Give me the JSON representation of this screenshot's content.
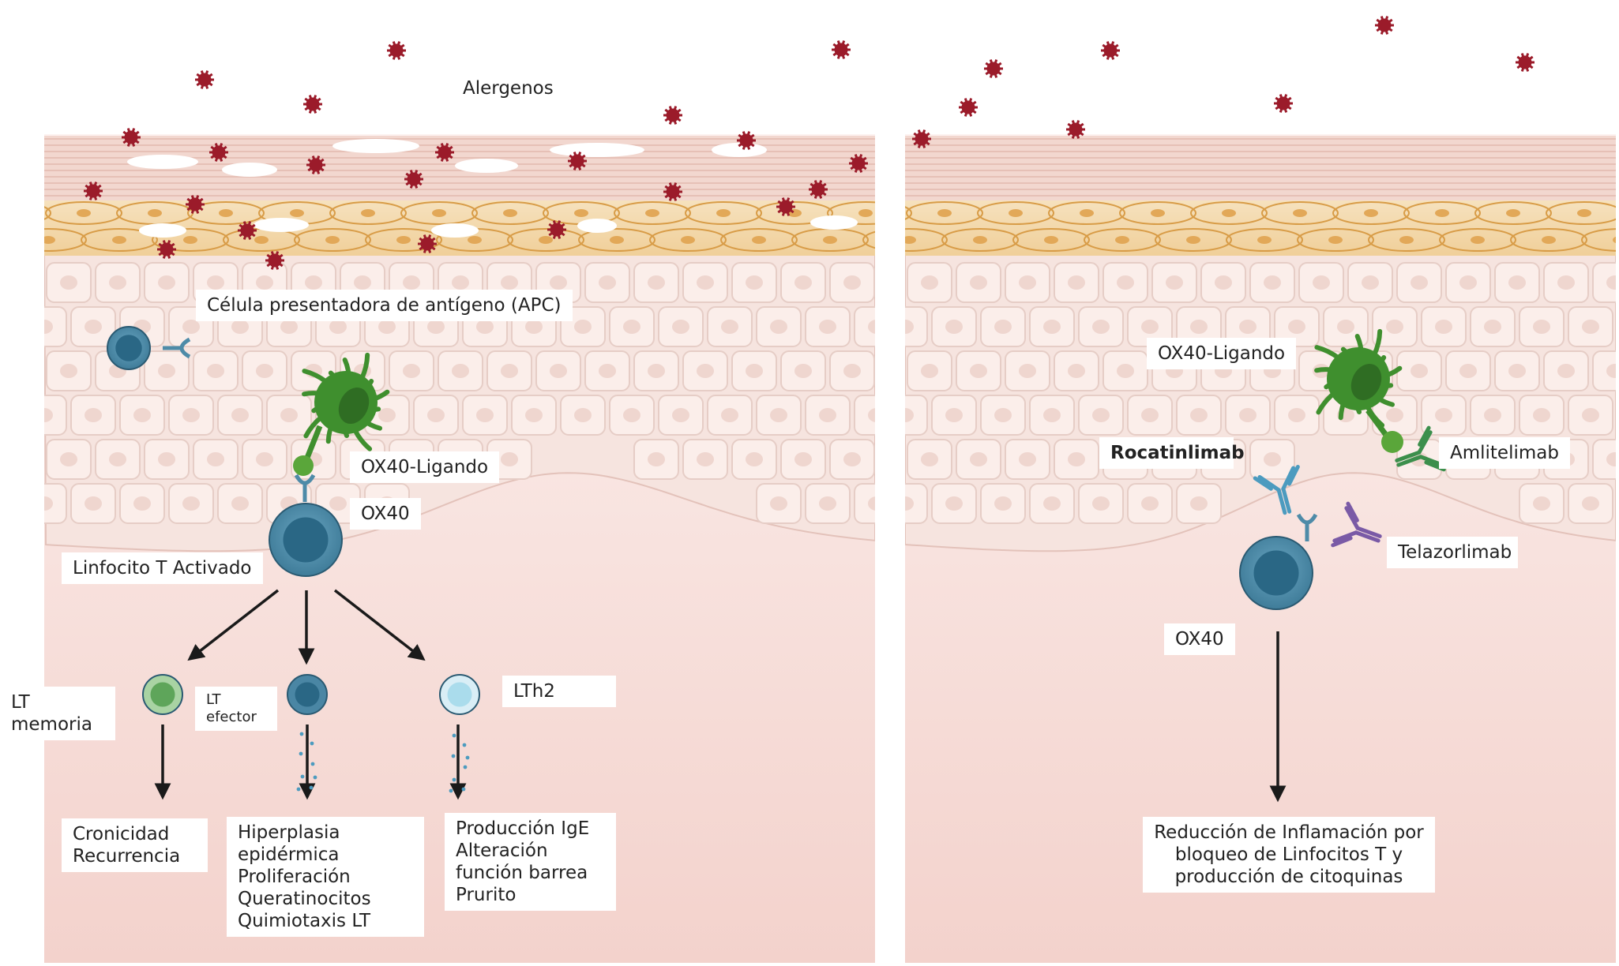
{
  "left_panel": {
    "allergens": "Alergenos",
    "apc": "Célula presentadora de antígeno (APC)",
    "ox40_ligand": "OX40-Ligando",
    "ox40": "OX40",
    "activated_t": "Linfocito T Activado",
    "lt_memory": [
      "LT",
      "memoria"
    ],
    "lt_effector": [
      "LT",
      "efector"
    ],
    "lth2": "LTh2",
    "outcome_memory": [
      "Cronicidad",
      "Recurrencia"
    ],
    "outcome_effector": [
      "Hiperplasia",
      "epidérmica",
      "Proliferación",
      "Queratinocitos",
      "Quimiotaxis LT"
    ],
    "outcome_th2": [
      "Producción IgE",
      "Alteración",
      "función barrea",
      "Prurito"
    ]
  },
  "right_panel": {
    "ox40_ligand": "OX40-Ligando",
    "rocatinlimab": "Rocatinlimab",
    "amlitelimab": "Amlitelimab",
    "telazorlimab": "Telazorlimab",
    "ox40": "OX40",
    "result": [
      "Reducción de Inflamación por",
      "bloqueo de Linfocitos T y",
      "producción de citoquinas"
    ]
  },
  "colors": {
    "allergen": "#9b1b2a",
    "apc_green": "#3f8f2e",
    "tcell_blue": "#2f6f8e",
    "cornified": "#f2d7cf",
    "granular": "#e9c07a",
    "epidermis_cell": "#f6e4df",
    "dermis": "#f7e0dc",
    "rocatinlimab": "#4c9bbf",
    "amlitelimab": "#3c8f4c",
    "telazorlimab": "#7a5aa6"
  }
}
